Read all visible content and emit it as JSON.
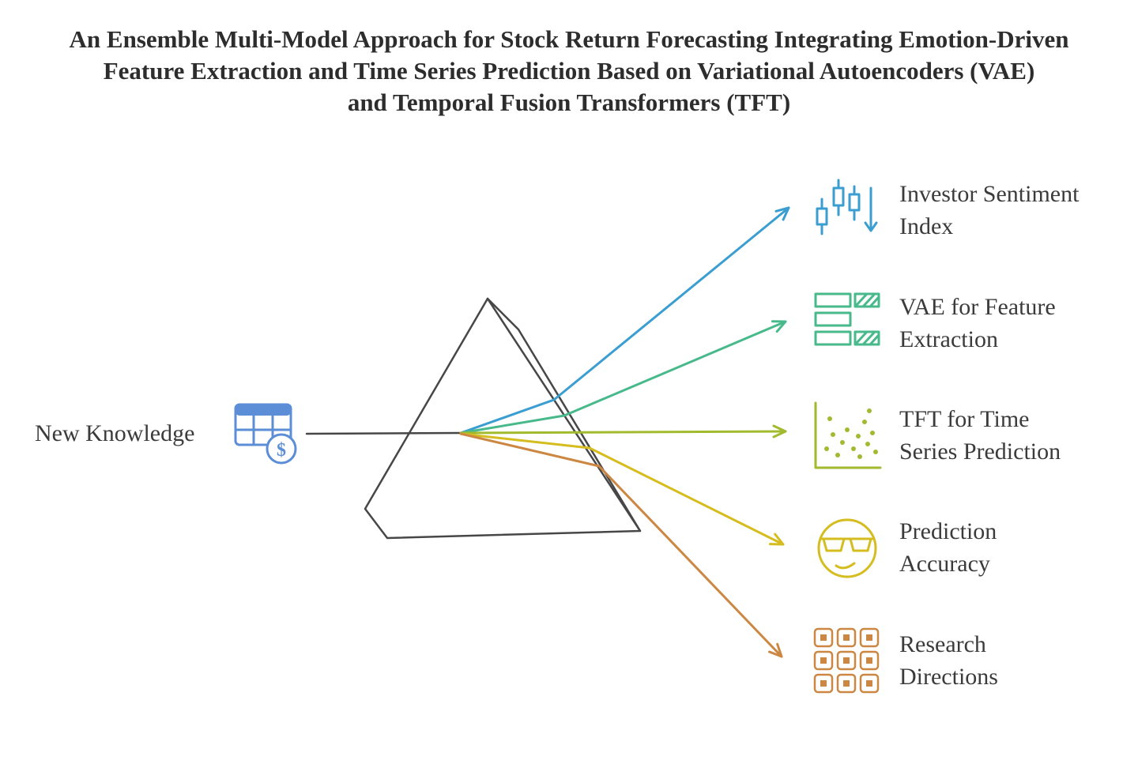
{
  "title": {
    "lines": [
      "An Ensemble Multi-Model Approach for Stock Return Forecasting Integrating Emotion-Driven",
      "Feature Extraction and Time Series Prediction Based on Variational Autoencoders (VAE)",
      "and Temporal Fusion Transformers (TFT)"
    ]
  },
  "input": {
    "label": "New Knowledge",
    "icon": "financial-table-dollar-icon",
    "color": "#5b8ed6",
    "glyph": "$"
  },
  "beam": {
    "color": "#474747"
  },
  "prism": {
    "color": "#474747"
  },
  "outputs": [
    {
      "lines": [
        "Investor Sentiment",
        "Index"
      ],
      "icon": "candlestick-chart-down-arrow-icon",
      "color": "#3a9ed1"
    },
    {
      "lines": [
        "VAE for Feature",
        "Extraction"
      ],
      "icon": "hatched-feature-table-icon",
      "color": "#47b98b"
    },
    {
      "lines": [
        "TFT for Time",
        "Series Prediction"
      ],
      "icon": "scatter-plot-icon",
      "color": "#a2ba2e"
    },
    {
      "lines": [
        "Prediction",
        "Accuracy"
      ],
      "icon": "smiley-sunglasses-icon",
      "color": "#d6bd1f"
    },
    {
      "lines": [
        "Research",
        "Directions"
      ],
      "icon": "grid-matrix-icon",
      "color": "#cc8742"
    }
  ],
  "text_color": "#3b3b3b"
}
